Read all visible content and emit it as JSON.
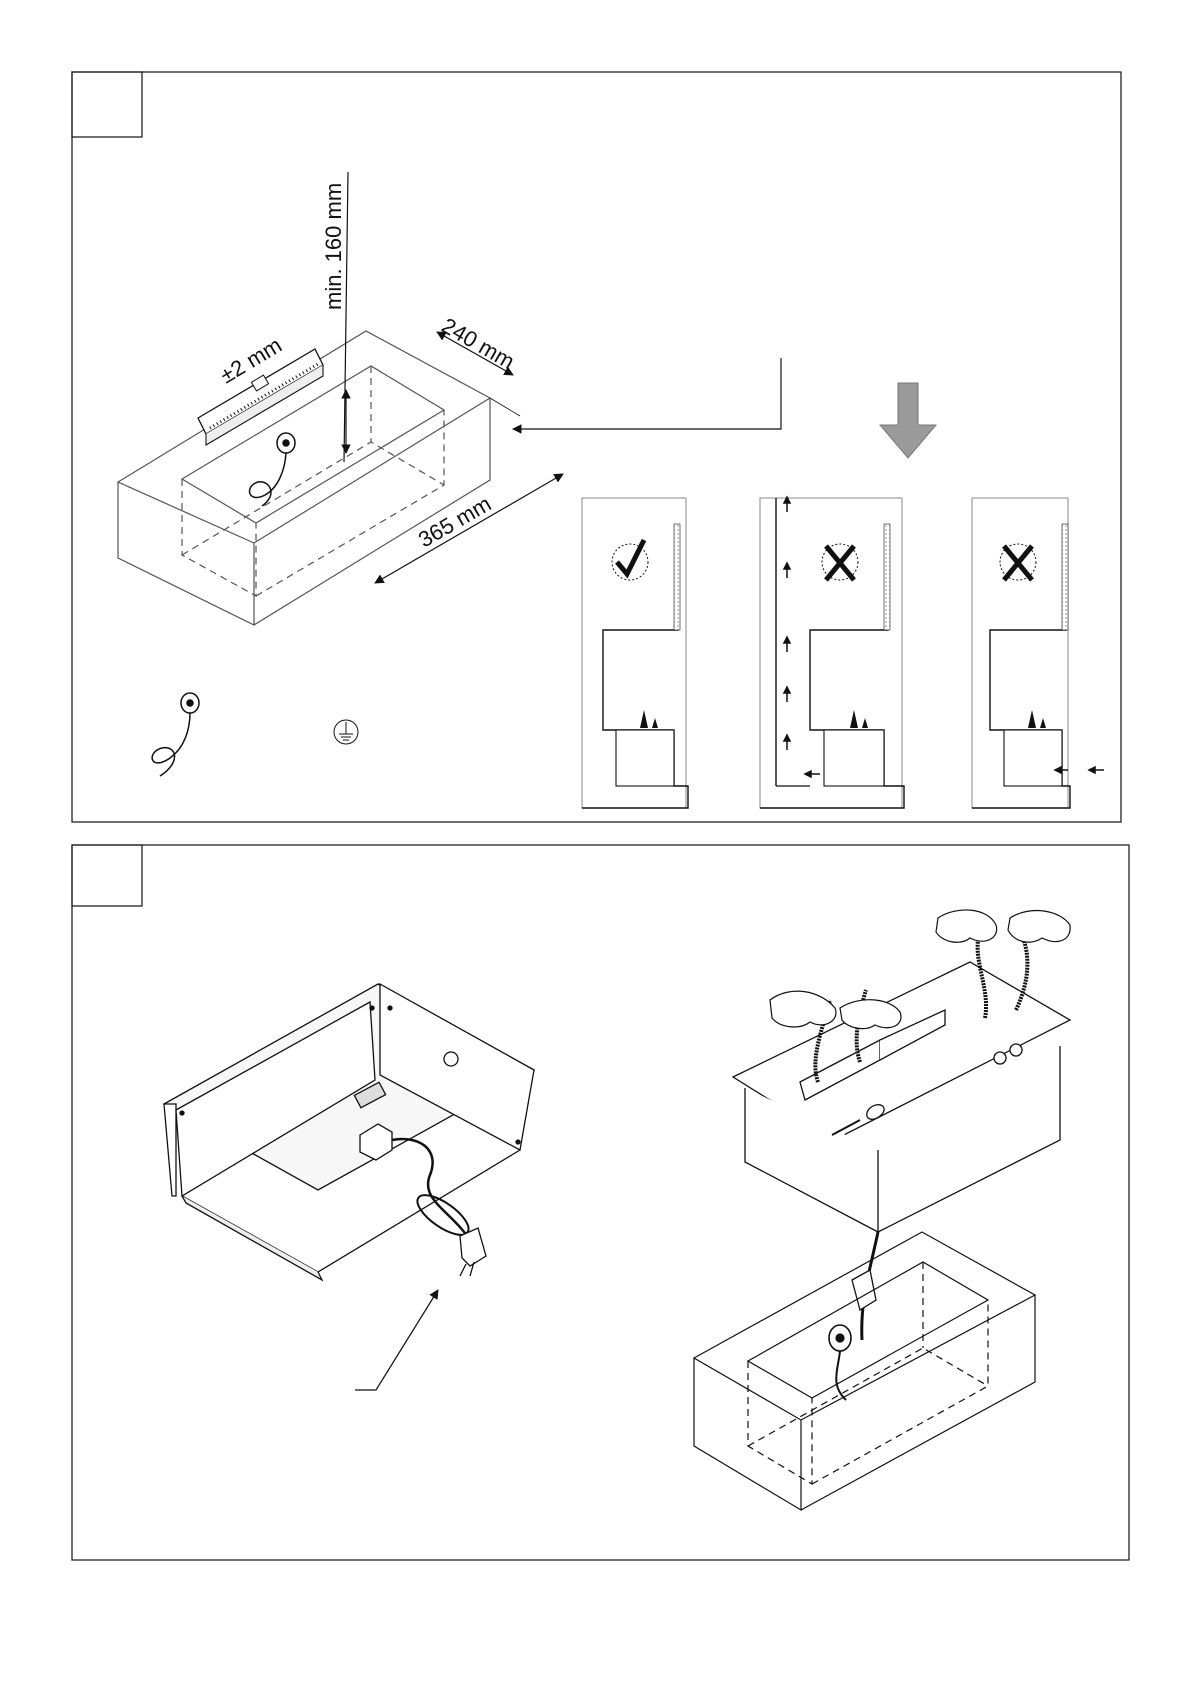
{
  "panel_top": {
    "dimensions": {
      "tolerance": "±2 mm",
      "min_height": "min. 160 mm",
      "depth": "240 mm",
      "length": "365 mm"
    },
    "icons": [
      "plug-cord-icon",
      "ground-symbol-icon",
      "down-arrow-icon",
      "check-mark-icon",
      "cross-mark-icon"
    ]
  },
  "panel_bottom": {
    "icons": [
      "plug-icon",
      "hands-icon"
    ]
  },
  "colors": {
    "line": "#111111",
    "arrow_fill": "#9a9a9a",
    "hatch": "#bdbdbd"
  }
}
